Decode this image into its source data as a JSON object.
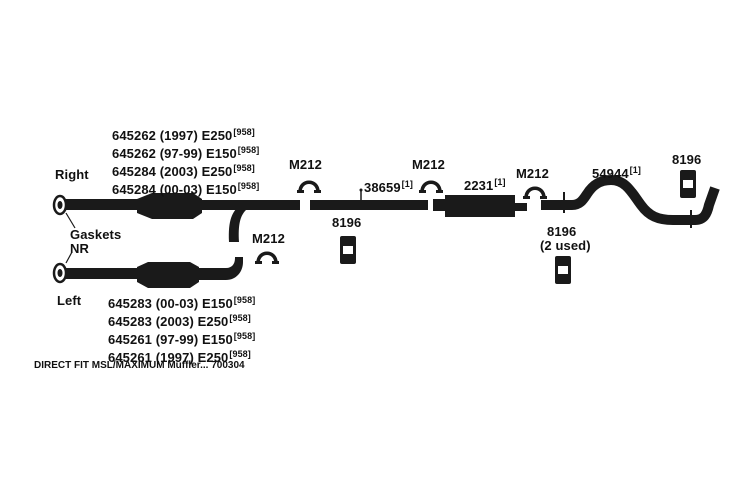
{
  "right_label": "Right",
  "left_label": "Left",
  "gaskets_label": "Gaskets",
  "nr_label": "NR",
  "right_parts": [
    {
      "number": "645262",
      "years": "(1997)",
      "model": "E250",
      "note": "[958]"
    },
    {
      "number": "645262",
      "years": "(97-99)",
      "model": "E150",
      "note": "[958]"
    },
    {
      "number": "645284",
      "years": "(2003)",
      "model": "E250",
      "note": "[958]"
    },
    {
      "number": "645284",
      "years": "(00-03)",
      "model": "E150",
      "note": "[958]"
    }
  ],
  "left_parts": [
    {
      "number": "645283",
      "years": "(00-03)",
      "model": "E150",
      "note": "[958]"
    },
    {
      "number": "645283",
      "years": "(2003)",
      "model": "E250",
      "note": "[958]"
    },
    {
      "number": "645261",
      "years": "(97-99)",
      "model": "E150",
      "note": "[958]"
    },
    {
      "number": "645261",
      "years": "(1997)",
      "model": "E250",
      "note": "[958]"
    }
  ],
  "clamp_label": "M212",
  "hanger_label": "8196",
  "hanger_used": "(2 used)",
  "pipe_38659": {
    "number": "38659",
    "note": "[1]"
  },
  "muffler_2231": {
    "number": "2231",
    "note": "[1]"
  },
  "tailpipe_54944": {
    "number": "54944",
    "note": "[1]"
  },
  "footer": "DIRECT FIT MSL/MAXIMUM Muffler... 700304"
}
